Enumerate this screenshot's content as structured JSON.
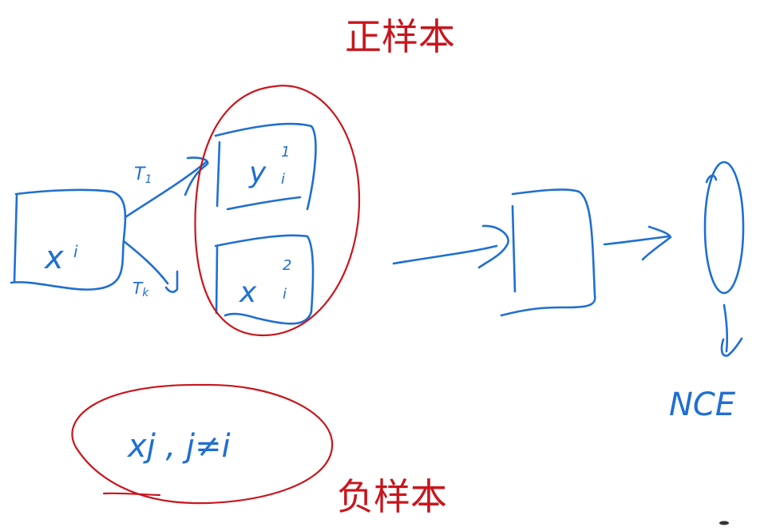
{
  "diagram": {
    "title_positive": "正样本",
    "title_negative": "负样本",
    "input_sample": {
      "base": "x",
      "sub": "i",
      "sup": ""
    },
    "transforms": {
      "t1": "T",
      "t1_sub": "1",
      "t2": "T",
      "t2_sub": "k"
    },
    "view1": {
      "base": "y",
      "sub": "i",
      "sup": "1"
    },
    "view2": {
      "base": "x",
      "sub": "i",
      "sup": "2"
    },
    "negative_text": "xj , j≠i",
    "loss_label": "NCE",
    "colors": {
      "ink_blue": "#1f6fd1",
      "ink_red": "#c8161d",
      "background": "#ffffff"
    }
  }
}
